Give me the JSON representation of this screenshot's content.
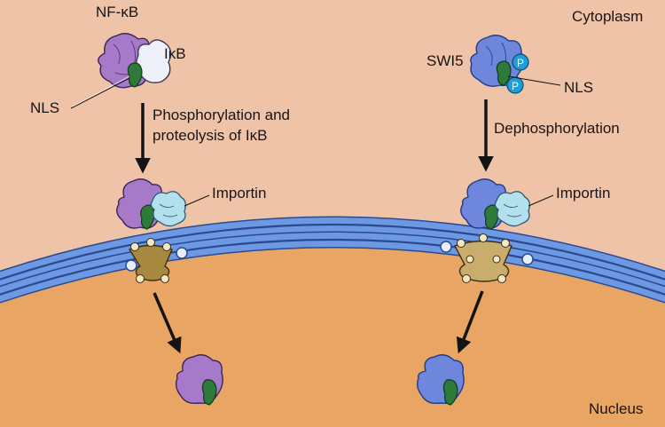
{
  "regions": {
    "cytoplasm": "Cytoplasm",
    "nucleus": "Nucleus"
  },
  "left_pathway": {
    "protein": "NF-κB",
    "inhibitor": "IκB",
    "signal": "NLS",
    "step_line1": "Phosphorylation and",
    "step_line2": "proteolysis of IκB",
    "receptor": "Importin"
  },
  "right_pathway": {
    "protein": "SWI5",
    "signal": "NLS",
    "phosphate": "P",
    "step": "Dephosphorylation",
    "receptor": "Importin"
  },
  "colors": {
    "cytoplasm": "#efc3a8",
    "nucleus": "#e9a564",
    "membrane": "#5b86d6",
    "nf_kb": "#a67ac9",
    "swi5": "#6e86dc",
    "ikb": "#eef0fa",
    "nls": "#2d7a3a",
    "importin": "#b4dfec",
    "phosphate": "#1c9ed8",
    "pore": "#a7883f"
  }
}
